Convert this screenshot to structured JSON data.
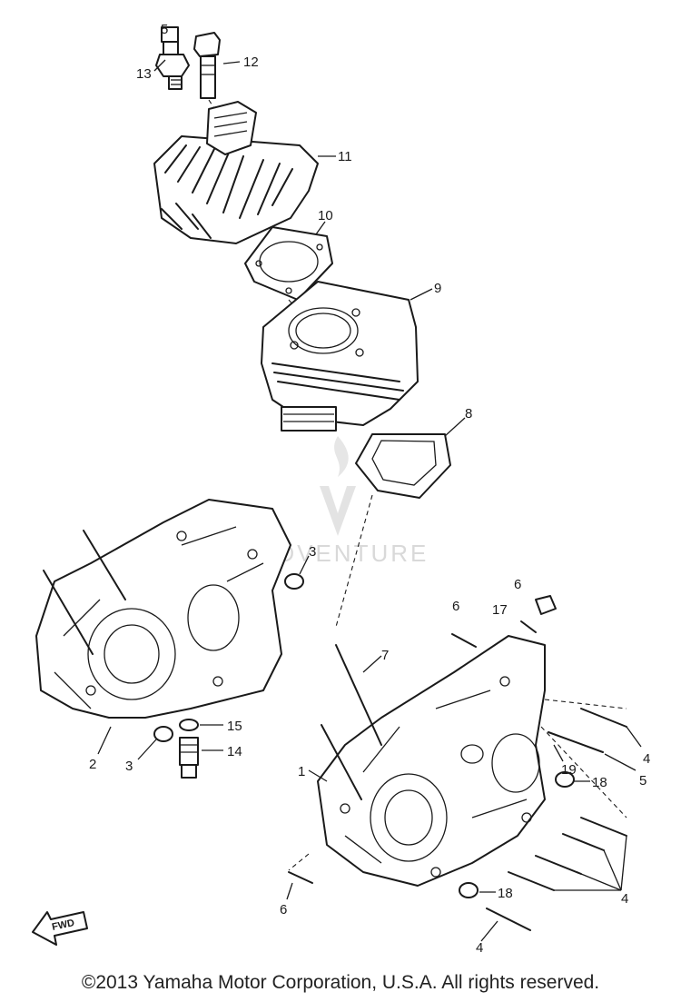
{
  "watermark": {
    "text": "ADVENTURE"
  },
  "fwd_label": "FWD",
  "callouts": [
    {
      "id": "13-spark-plug",
      "label": "13"
    },
    {
      "id": "5-top",
      "label": "5"
    },
    {
      "id": "12-bolt",
      "label": "12"
    },
    {
      "id": "11-cylinder-head",
      "label": "11"
    },
    {
      "id": "10-head-gasket",
      "label": "10"
    },
    {
      "id": "9-cylinder",
      "label": "9"
    },
    {
      "id": "8-base-gasket",
      "label": "8"
    },
    {
      "id": "3-dowel-upper",
      "label": "3"
    },
    {
      "id": "6-right-top",
      "label": "6"
    },
    {
      "id": "6-right-mid",
      "label": "6"
    },
    {
      "id": "17",
      "label": "17"
    },
    {
      "id": "7-stud",
      "label": "7"
    },
    {
      "id": "15-washer",
      "label": "15"
    },
    {
      "id": "14-drain-plug",
      "label": "14"
    },
    {
      "id": "2-left-crankcase",
      "label": "2"
    },
    {
      "id": "3-dowel-lower",
      "label": "3"
    },
    {
      "id": "4-bolt-right",
      "label": "4"
    },
    {
      "id": "19",
      "label": "19"
    },
    {
      "id": "5-bolt-right",
      "label": "5"
    },
    {
      "id": "18-dowel-right",
      "label": "18"
    },
    {
      "id": "1-right-crankcase",
      "label": "1"
    },
    {
      "id": "4-bolt-group",
      "label": "4"
    },
    {
      "id": "18-dowel-bottom",
      "label": "18"
    },
    {
      "id": "6-bottom-left",
      "label": "6"
    },
    {
      "id": "4-bolt-bottom",
      "label": "4"
    }
  ],
  "footer": {
    "copyright": "©2013 Yamaha Motor Corporation, U.S.A. All rights reserved."
  }
}
